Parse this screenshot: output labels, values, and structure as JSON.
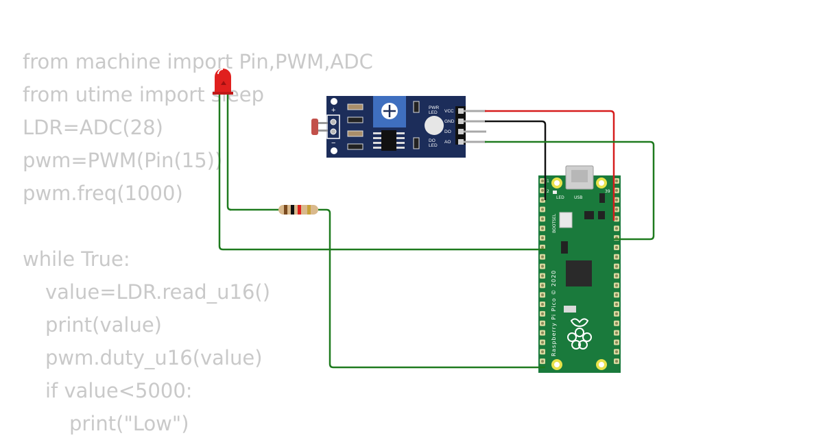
{
  "code": {
    "lines": [
      {
        "text": "from machine import Pin,PWM,ADC",
        "indent": 0
      },
      {
        "text": "from utime import sleep",
        "indent": 0
      },
      {
        "text": "LDR=ADC(28)",
        "indent": 0
      },
      {
        "text": "pwm=PWM(Pin(15))",
        "indent": 0
      },
      {
        "text": "pwm.freq(1000)",
        "indent": 0
      },
      {
        "text": "",
        "indent": 0
      },
      {
        "text": "while True:",
        "indent": 0
      },
      {
        "text": "value=LDR.read_u16()",
        "indent": 1
      },
      {
        "text": "print(value)",
        "indent": 1
      },
      {
        "text": "pwm.duty_u16(value)",
        "indent": 1
      },
      {
        "text": "if value<5000:",
        "indent": 1
      },
      {
        "text": "print(\"Low\")",
        "indent": 2
      }
    ]
  },
  "ldr_module": {
    "pins": [
      "VCC",
      "GND",
      "DO",
      "AO"
    ],
    "pwr_led_label": "PWR LED",
    "do_led_label": "DO LED",
    "plus_label": "+",
    "minus_label": "−"
  },
  "pico": {
    "led_label": "LED",
    "usb_label": "USB",
    "bootsel_label": "BOOTSEL",
    "board_text": "Raspberry Pi Pico © 2020",
    "pin_1_label": "1",
    "pin_2_label": "2",
    "pin_39_label": "39"
  },
  "colors": {
    "wire_green": "#1e7a1e",
    "wire_red": "#d61c1c",
    "wire_black": "#111111",
    "module_blue": "#1c2d5a",
    "pico_green": "#1a7a3c",
    "led_red": "#e0201e",
    "code_gray": "#c9c9c9"
  }
}
